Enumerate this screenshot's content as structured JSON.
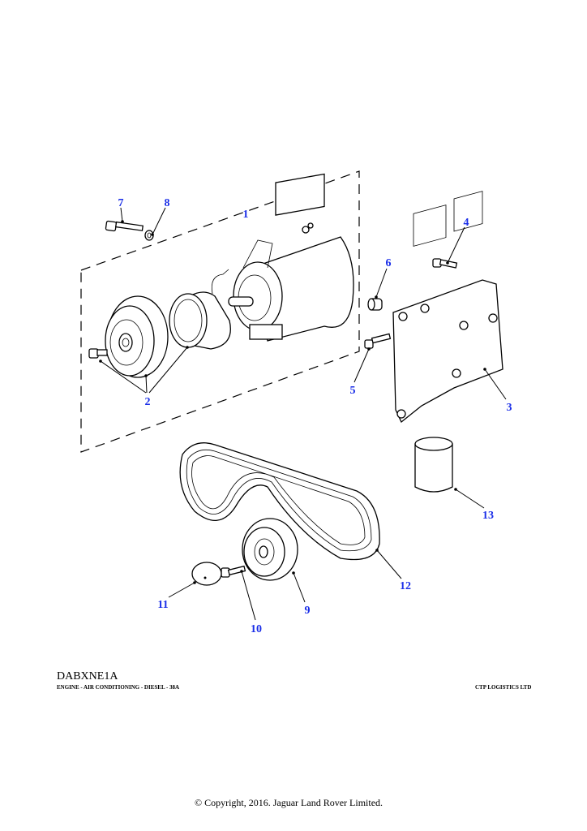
{
  "footer": {
    "illustration_code": "DABXNE1A",
    "description": "ENGINE - AIR CONDITIONING - DIESEL - 38A",
    "vendor": "CTP LOGISTICS LTD",
    "copyright": "© Copyright, 2016. Jaguar Land Rover Limited."
  },
  "callouts": [
    "1",
    "2",
    "3",
    "4",
    "5",
    "6",
    "7",
    "8",
    "9",
    "10",
    "11",
    "12",
    "13"
  ],
  "colors": {
    "callout": "#1a2ee8",
    "line": "#000000"
  }
}
